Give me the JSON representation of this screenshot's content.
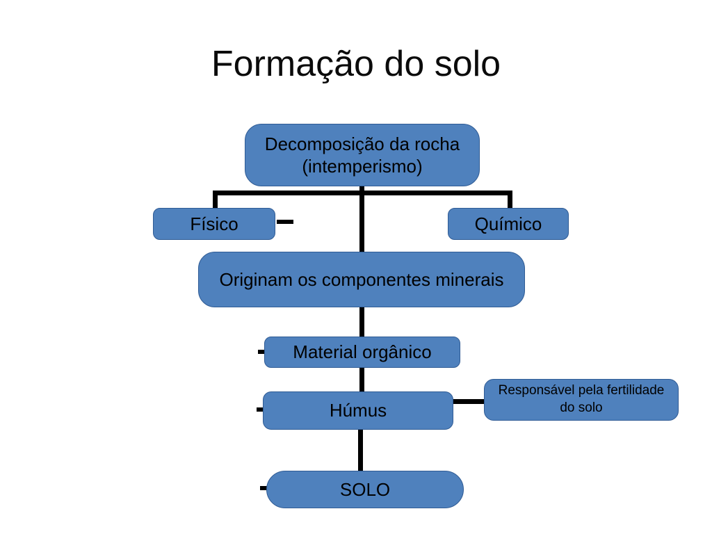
{
  "slide": {
    "title": "Formação do solo"
  },
  "colors": {
    "background": "#ffffff",
    "box_fill": "#4f81bd",
    "box_border": "#2f5b94",
    "connector": "#000000",
    "text": "#000000"
  },
  "nodes": {
    "decomposicao": {
      "label": "Decomposição da rocha (intemperismo)"
    },
    "fisico": {
      "label": "Físico"
    },
    "quimico": {
      "label": "Químico"
    },
    "minerais": {
      "label": "Originam os componentes minerais"
    },
    "material_organico": {
      "label": "Material orgânico"
    },
    "humus": {
      "label": "Húmus"
    },
    "fertilidade": {
      "label": "Responsável pela fertilidade do solo"
    },
    "solo": {
      "label": "SOLO"
    }
  },
  "diagram": {
    "type": "flowchart",
    "edges": [
      {
        "from": "decomposicao",
        "to": "fisico"
      },
      {
        "from": "decomposicao",
        "to": "quimico"
      },
      {
        "from": "decomposicao",
        "to": "minerais"
      },
      {
        "from": "minerais",
        "to": "material_organico"
      },
      {
        "from": "material_organico",
        "to": "humus"
      },
      {
        "from": "humus",
        "to": "fertilidade"
      },
      {
        "from": "humus",
        "to": "solo"
      }
    ]
  }
}
